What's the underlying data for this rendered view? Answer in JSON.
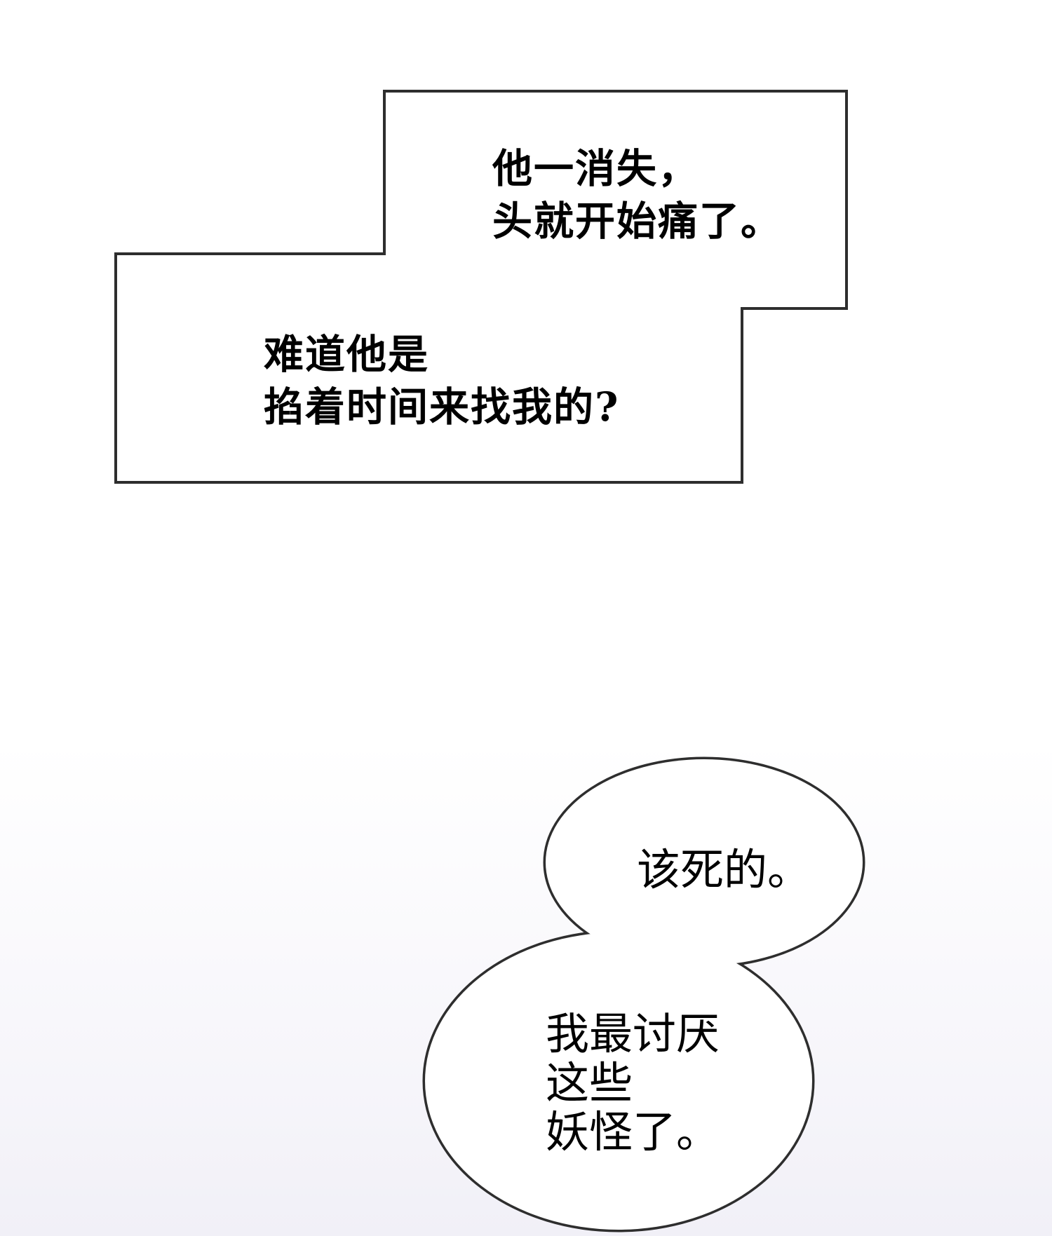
{
  "panel_type": "webtoon-comic-panel",
  "caption": {
    "top_lines": [
      "他一消失，",
      "头就开始痛了。"
    ],
    "bottom_lines": [
      "难道他是",
      "掐着时间来找我的?"
    ]
  },
  "bubble": {
    "top_line": "该死的。",
    "bottom_lines": [
      "我最讨厌",
      "这些",
      "妖怪了。"
    ]
  },
  "colors": {
    "outline": "#2e2e2e",
    "text": "#000000",
    "fill": "#ffffff",
    "background_top": "#ffffff",
    "background_bottom": "#f1f0f7"
  }
}
